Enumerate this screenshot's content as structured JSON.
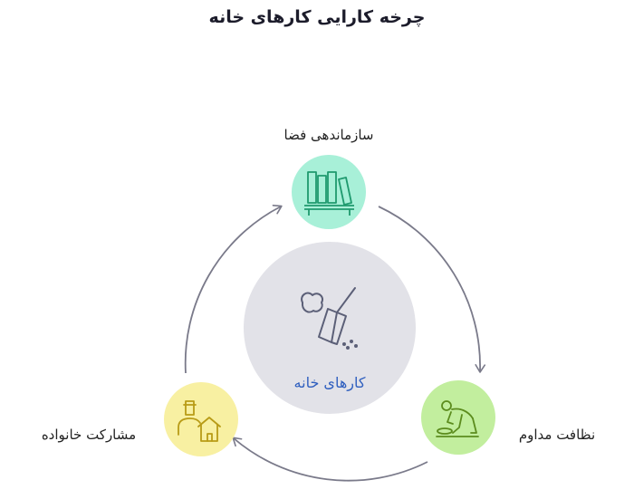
{
  "title": "چرخه کارایی کارهای خانه",
  "center": {
    "label": "کارهای خانه",
    "icon": "broom-icon"
  },
  "nodes": [
    {
      "label": "سازماندهی فضا",
      "icon": "bookshelf-icon",
      "color": "#a8f0d8"
    },
    {
      "label": "نظافت مداوم",
      "icon": "person-scrubbing-floor-icon",
      "color": "#c2ee9e"
    },
    {
      "label": "مشارکت خانواده",
      "icon": "person-home-icon",
      "color": "#f8f0a2"
    }
  ],
  "colors": {
    "center_fill": "#e2e2e8",
    "arrow": "#7a7a8a",
    "center_text": "#2f5fbf"
  }
}
